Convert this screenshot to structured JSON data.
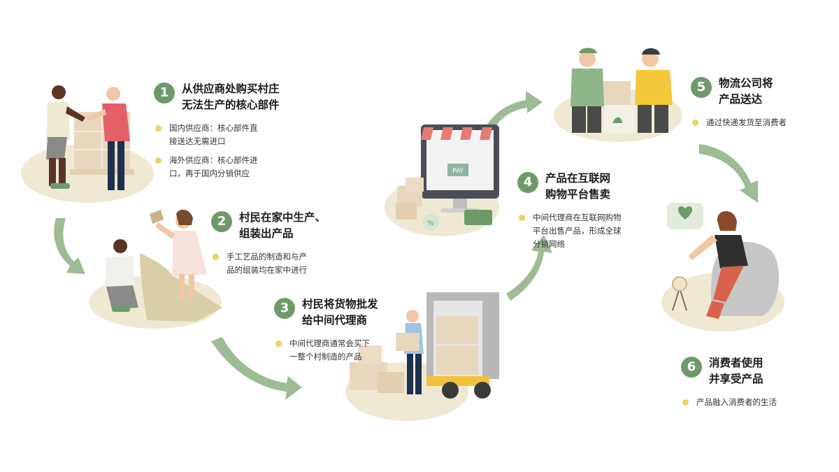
{
  "steps": [
    {
      "number": "1",
      "title_lines": [
        "从供应商处购买村庄",
        "无法生产的核心部件"
      ],
      "bullets": [
        [
          "国内供应商：核心部件直",
          "接送达无需进口"
        ],
        [
          "海外供应商：核心部件进",
          "口，再于国内分销供应"
        ]
      ]
    },
    {
      "number": "2",
      "title_lines": [
        "村民在家中生产、",
        "组装出产品"
      ],
      "bullets": [
        [
          "手工艺品的制造和与产",
          "品的组装均在家中进行"
        ]
      ]
    },
    {
      "number": "3",
      "title_lines": [
        "村民将货物批发",
        "给中间代理商"
      ],
      "bullets": [
        [
          "中间代理商通常会买下",
          "一整个村制造的产品"
        ]
      ]
    },
    {
      "number": "4",
      "title_lines": [
        "产品在互联网",
        "购物平台售卖"
      ],
      "bullets": [
        [
          "中间代理商在互联网购物",
          "平台出售产品，形成全球",
          "分销网络"
        ]
      ]
    },
    {
      "number": "5",
      "title_lines": [
        "物流公司将",
        "产品送达"
      ],
      "bullets": [
        [
          "通过快递发货至消费者"
        ]
      ]
    },
    {
      "number": "6",
      "title_lines": [
        "消费者使用",
        "并享受产品"
      ],
      "bullets": [
        [
          "产品融入消费者的生活"
        ]
      ]
    }
  ],
  "illustration": {
    "pay_label": "PAY",
    "sale_tag": "%"
  },
  "colors": {
    "accent_green": "#6e9a6a",
    "arrow_green": "#9dbb94",
    "bullet_yellow": "#f3cf5a",
    "ground_beige": "#efe9d3",
    "box_tan": "#e8d7bf"
  }
}
